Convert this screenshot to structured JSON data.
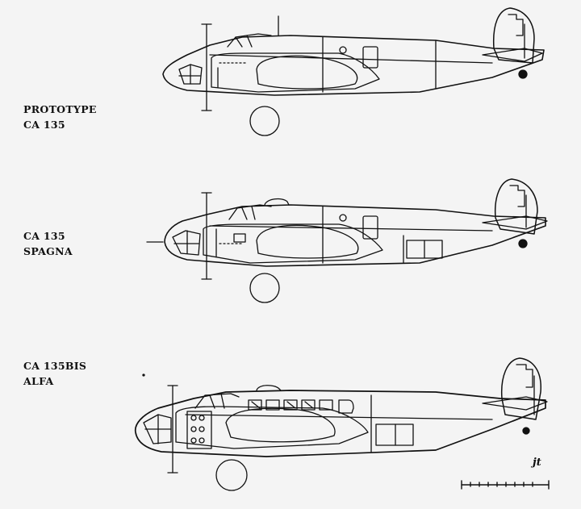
{
  "aircraft": [
    {
      "line1": "PROTOTYPE",
      "line2": "CA 135"
    },
    {
      "line1": "CA 135",
      "line2": "SPAGNA"
    },
    {
      "line1": "CA 135BIS",
      "line2": "ALFA"
    }
  ],
  "signature": "jt",
  "colors": {
    "ink": "#111111",
    "paper": "#f4f4f4"
  }
}
